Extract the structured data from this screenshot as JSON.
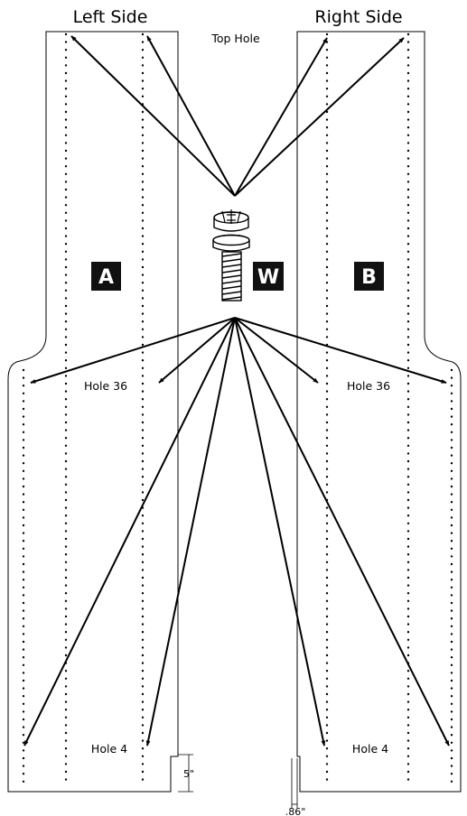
{
  "labels": {
    "left_side": "Left Side",
    "right_side": "Right Side",
    "top_hole": "Top Hole",
    "hole_36_left": "Hole 36",
    "hole_36_right": "Hole 36",
    "hole_4_left": "Hole 4",
    "hole_4_right": "Hole 4",
    "dim_five": "5\"",
    "dim_eighty_six": ".86\""
  },
  "badges": {
    "a": "A",
    "w": "W",
    "b": "B"
  },
  "colors": {
    "line": "#000000",
    "badge_fill": "#111111",
    "badge_text": "#ffffff",
    "background": "#ffffff"
  },
  "icons": {
    "screw": "screw-with-washer-icon"
  }
}
